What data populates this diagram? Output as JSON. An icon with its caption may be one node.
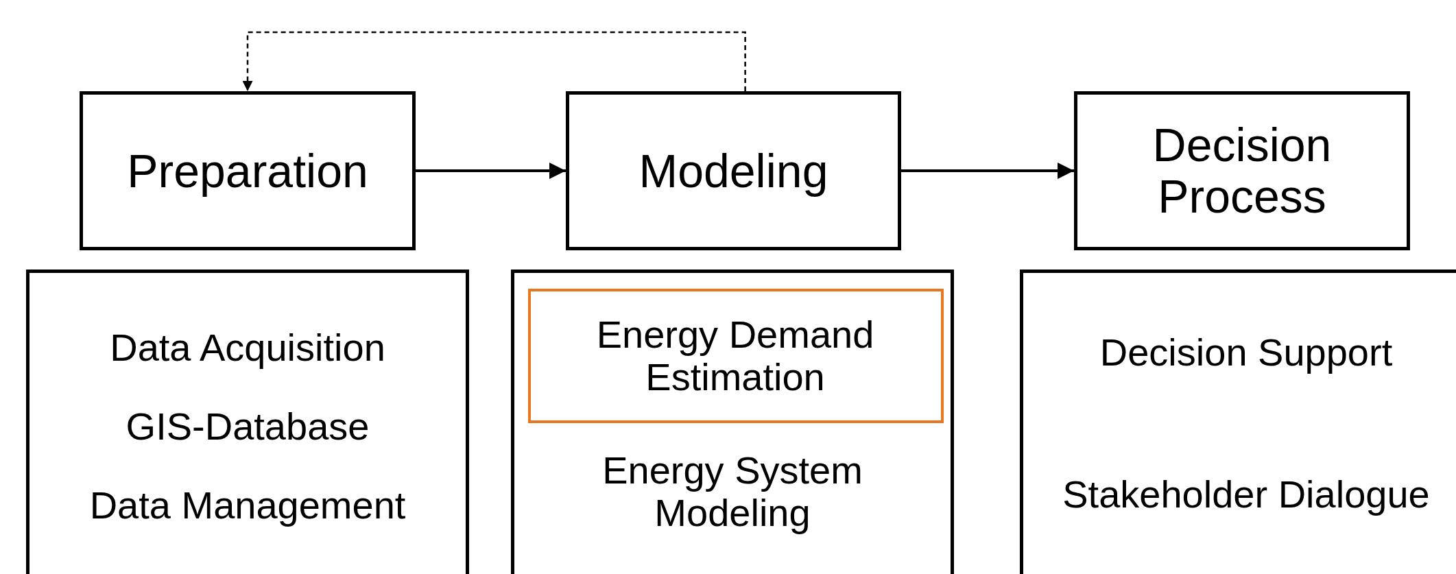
{
  "diagram": {
    "nodes": [
      {
        "text": [
          "Preparation"
        ]
      },
      {
        "text": [
          "Modeling"
        ]
      },
      {
        "text": [
          "Decision Process"
        ]
      },
      {
        "text": [
          "Data Acquisition",
          "GIS-Database",
          "Data Management"
        ]
      },
      {
        "text": [
          "Energy System Modeling"
        ]
      },
      {
        "text": [
          "Energy Demand Estimation"
        ],
        "in": 4
      },
      {
        "text": [
          "Decision Support",
          "Stakeholder Dialogue"
        ]
      }
    ],
    "edges": [
      {
        "from": 0,
        "to": 1,
        "arrow": "to"
      },
      {
        "from": 1,
        "to": 2,
        "arrow": "to"
      },
      {
        "from": 1,
        "to": 0,
        "arrow": "to",
        "style": "dashed"
      }
    ]
  }
}
